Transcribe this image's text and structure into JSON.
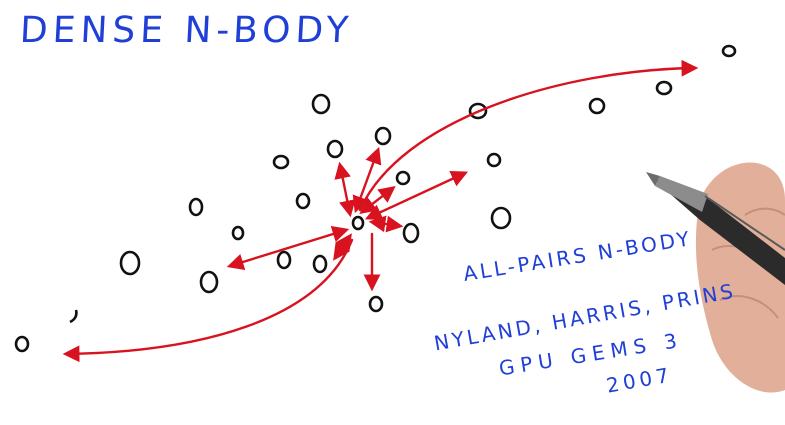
{
  "title": "DENSE N-BODY",
  "reference": {
    "line1": "ALL-PAIRS N-BODY",
    "line2": "NYLAND, HARRIS, PRINS",
    "line3": "GPU GEMS 3",
    "line4": "2007"
  },
  "colors": {
    "ink_blue": "#1f3fd6",
    "arrow_red": "#d8131f",
    "body_black": "#111111"
  }
}
